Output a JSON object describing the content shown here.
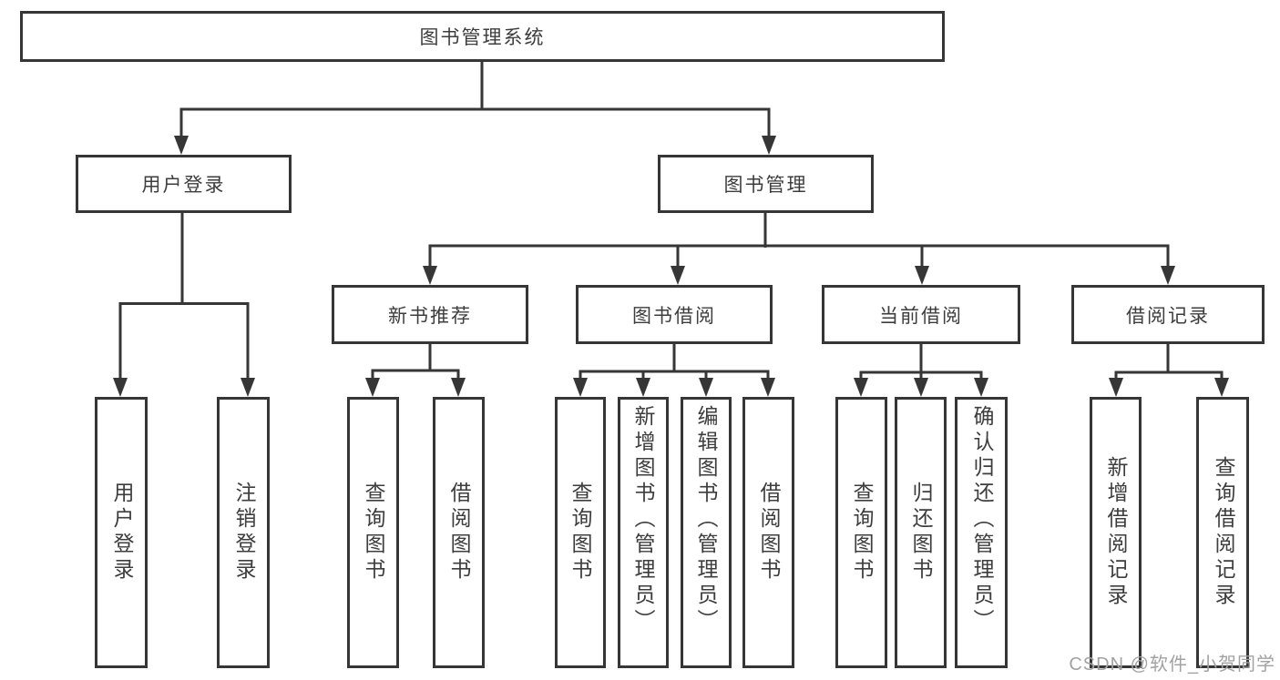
{
  "tree": {
    "root": {
      "label": "图书管理系统"
    },
    "branches": [
      {
        "label": "用户登录",
        "children": [
          {
            "label": "用户登录"
          },
          {
            "label": "注销登录"
          }
        ]
      },
      {
        "label": "图书管理",
        "children": [
          {
            "label": "新书推荐",
            "children": [
              {
                "label": "查询图书"
              },
              {
                "label": "借阅图书"
              }
            ]
          },
          {
            "label": "图书借阅",
            "children": [
              {
                "label": "查询图书"
              },
              {
                "label": "新增图书（管理员）"
              },
              {
                "label": "编辑图书（管理员）"
              },
              {
                "label": "借阅图书"
              }
            ]
          },
          {
            "label": "当前借阅",
            "children": [
              {
                "label": "查询图书"
              },
              {
                "label": "归还图书"
              },
              {
                "label": "确认归还（管理员）"
              }
            ]
          },
          {
            "label": "借阅记录",
            "children": [
              {
                "label": "新增借阅记录"
              },
              {
                "label": "查询借阅记录"
              }
            ]
          }
        ]
      }
    ]
  },
  "watermark": {
    "text": "CSDN @软件_小贺同学"
  },
  "colors": {
    "line": "#363636",
    "text": "#3d3d3d",
    "watermark": "#a2a2a2",
    "background": "#ffffff"
  }
}
